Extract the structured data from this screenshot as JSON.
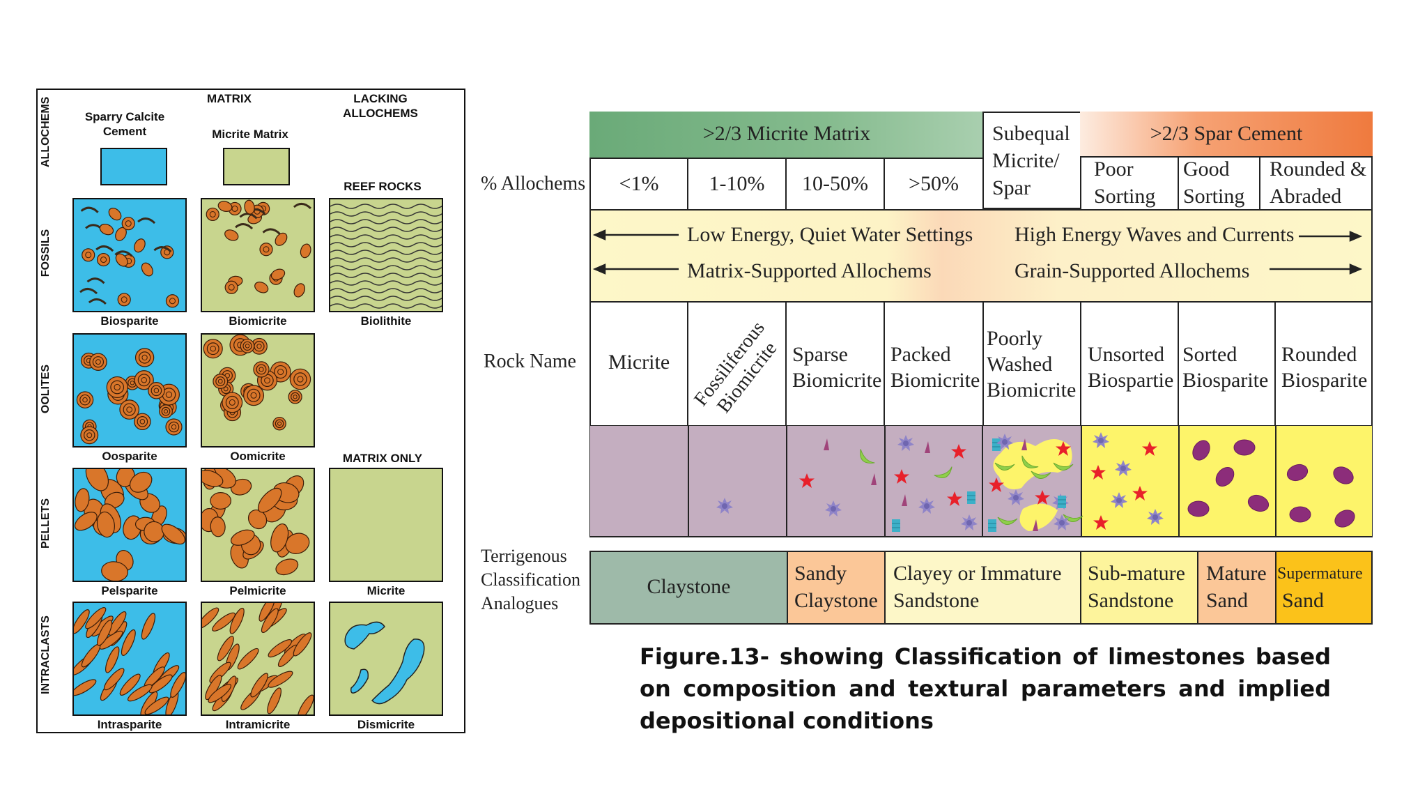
{
  "left": {
    "col_matrix": "MATRIX",
    "col_lacking": "LACKING ALLOCHEMS",
    "row_allochems": "ALLOCHEMS",
    "sparry_label": "Sparry Calcite Cement",
    "micrite_matrix_label": "Micrite Matrix",
    "reef_rocks": "REEF ROCKS",
    "matrix_only": "MATRIX ONLY",
    "rows": [
      "FOSSILS",
      "OOLITES",
      "PELLETS",
      "INTRACLASTS"
    ],
    "names": {
      "biosparite": "Biosparite",
      "biomicrite": "Biomicrite",
      "biolithite": "Biolithite",
      "oosparite": "Oosparite",
      "oomicrite": "Oomicrite",
      "pelsparite": "Pelsparite",
      "pelmicrite": "Pelmicrite",
      "micrite": "Micrite",
      "intrasparite": "Intrasparite",
      "intramicrite": "Intramicrite",
      "dismicrite": "Dismicrite"
    },
    "colors": {
      "spar": "#3dbde8",
      "micrite": "#c8d58e",
      "grain": "#d9762a"
    }
  },
  "right": {
    "micrite_header": ">2/3 Micrite Matrix",
    "subequal": [
      "Subequal",
      "Micrite/",
      "Spar"
    ],
    "spar_header": ">2/3 Spar Cement",
    "allochems_label": "% Allochems",
    "allochem_cols": [
      "<1%",
      "1-10%",
      "10-50%",
      ">50%"
    ],
    "sorting_cols": [
      [
        "Poor",
        "Sorting"
      ],
      [
        "Good",
        "Sorting"
      ],
      [
        "Rounded &",
        "Abraded"
      ]
    ],
    "energy_low": "Low Energy, Quiet Water Settings",
    "energy_high": "High Energy Waves and Currents",
    "support_matrix": "Matrix-Supported Allochems",
    "support_grain": "Grain-Supported Allochems",
    "rock_name_label": "Rock Name",
    "rock_names": {
      "micrite": "Micrite",
      "fossiliferous": [
        "Fossiliferous",
        "Biomicrite"
      ],
      "sparse": [
        "Sparse",
        "Biomicrite"
      ],
      "packed": [
        "Packed",
        "Biomicrite"
      ],
      "poorly": [
        "Poorly",
        "Washed",
        "Biomicrite"
      ],
      "unsorted": [
        "Unsorted",
        "Biospartie"
      ],
      "sorted": [
        "Sorted",
        "Biosparite"
      ],
      "rounded": [
        "Rounded",
        "Biosparite"
      ]
    },
    "terrigenous_label": [
      "Terrigenous",
      "Classification",
      "Analogues"
    ],
    "analogues": {
      "claystone": "Claystone",
      "sandy": [
        "Sandy",
        "Claystone"
      ],
      "clayey": [
        "Clayey or Immature",
        "Sandstone"
      ],
      "submature": [
        "Sub-mature",
        "Sandstone"
      ],
      "mature": [
        "Mature",
        "Sand"
      ],
      "supermature": [
        "Supermature",
        "Sand"
      ]
    },
    "colors": {
      "green": "#6aaa78",
      "orange": "#ef7a3e",
      "mauve": "#c4aec0",
      "yellow": "#fdf46a",
      "cream": "#fdf7c8"
    }
  },
  "caption": "Figure.13- showing Classification of limestones based on composition and textural parameters and implied depositional conditions"
}
